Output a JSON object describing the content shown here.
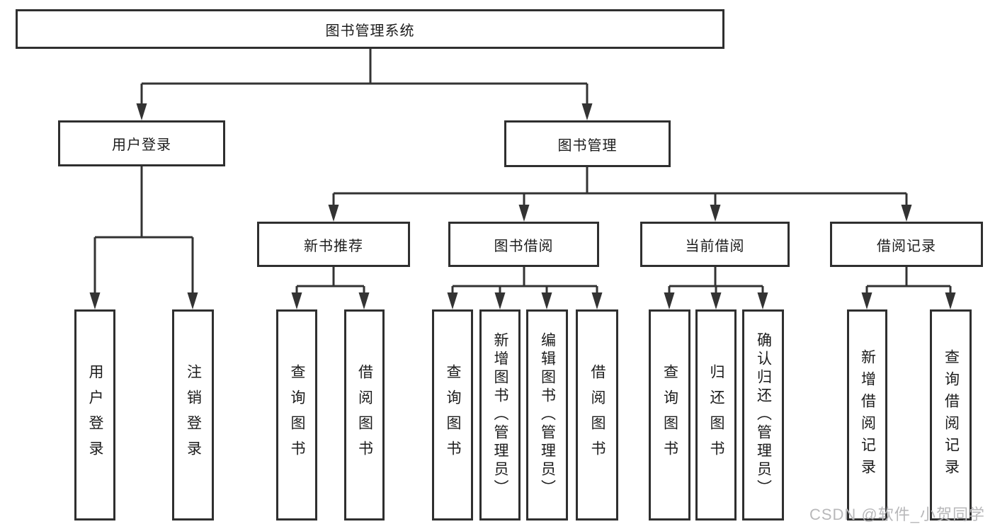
{
  "nodes": {
    "root": "图书管理系统",
    "user_login": "用户登录",
    "book_mgmt": "图书管理",
    "new_books": "新书推荐",
    "book_borrow": "图书借阅",
    "current_borrow": "当前借阅",
    "borrow_records": "借阅记录",
    "leaves": {
      "user_login": [
        "用户登录",
        "注销登录"
      ],
      "new_books": [
        "查询图书",
        "借阅图书"
      ],
      "book_borrow": [
        "查询图书",
        "新增图书（管理员）",
        "编辑图书（管理员）",
        "借阅图书"
      ],
      "current_borrow": [
        "查询图书",
        "归还图书",
        "确认归还（管理员）"
      ],
      "borrow_records": [
        "新增借阅记录",
        "查询借阅记录"
      ]
    }
  },
  "watermark": "CSDN @软件_小贺同学",
  "colors": {
    "line": "#333333",
    "text": "#1c1c1c",
    "watermark": "#b8b8ba",
    "background": "#ffffff"
  }
}
